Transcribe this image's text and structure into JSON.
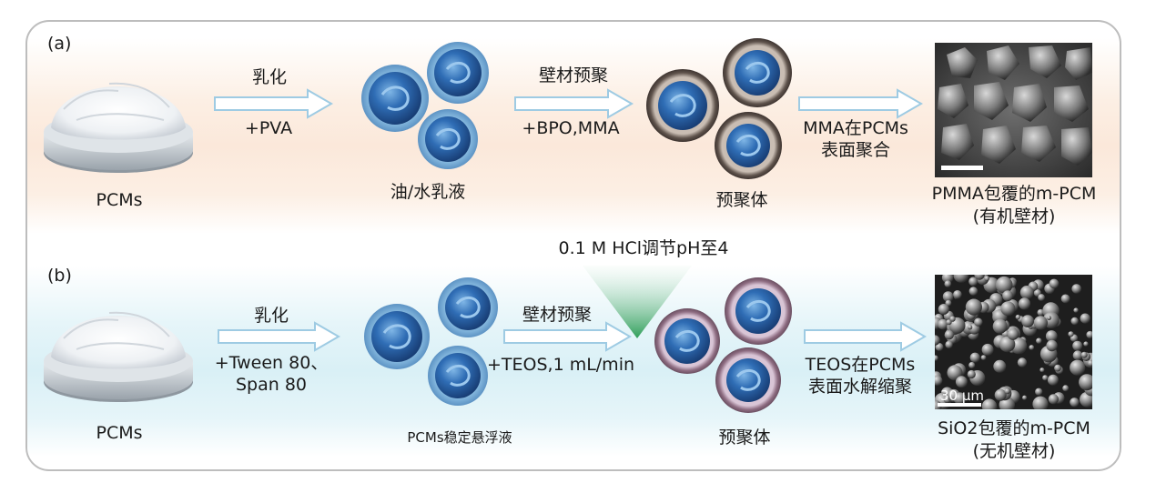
{
  "panel_a": {
    "label": "(a)",
    "step1_top": "乳化",
    "step1_bottom": "+PVA",
    "step2_top": "壁材预聚",
    "step2_bottom": "+BPO,MMA",
    "step3_line1": "MMA在PCMs",
    "step3_line2": "表面聚合",
    "caption_pcms": "PCMs",
    "caption_emulsion": "油/水乳液",
    "caption_prepolymer": "预聚体",
    "caption_product_line1": "PMMA包覆的m-PCM",
    "caption_product_line2": "(有机壁材)"
  },
  "panel_b": {
    "label": "(b)",
    "funnel_label": "0.1 M HCl调节pH至4",
    "step1_top": "乳化",
    "step1_bottom_line1": "+Tween 80、",
    "step1_bottom_line2": "Span 80",
    "step2_top": "壁材预聚",
    "step2_bottom": "+TEOS,1 mL/min",
    "step3_line1": "TEOS在PCMs",
    "step3_line2": "表面水解缩聚",
    "caption_pcms": "PCMs",
    "caption_suspension": "PCMs稳定悬浮液",
    "caption_prepolymer": "预聚体",
    "caption_product_line1": "SiO2包覆的m-PCM",
    "caption_product_line2": "(无机壁材)",
    "scale_bar": "30 μm"
  },
  "colors": {
    "arrow_fill": "#ffffff",
    "arrow_stroke": "#9ecbe3",
    "droplet_blue": "#2f6db5",
    "shell_pmma": "#6b5f58",
    "shell_sio2": "#8e6d82",
    "funnel_green": "#2f9e58"
  }
}
